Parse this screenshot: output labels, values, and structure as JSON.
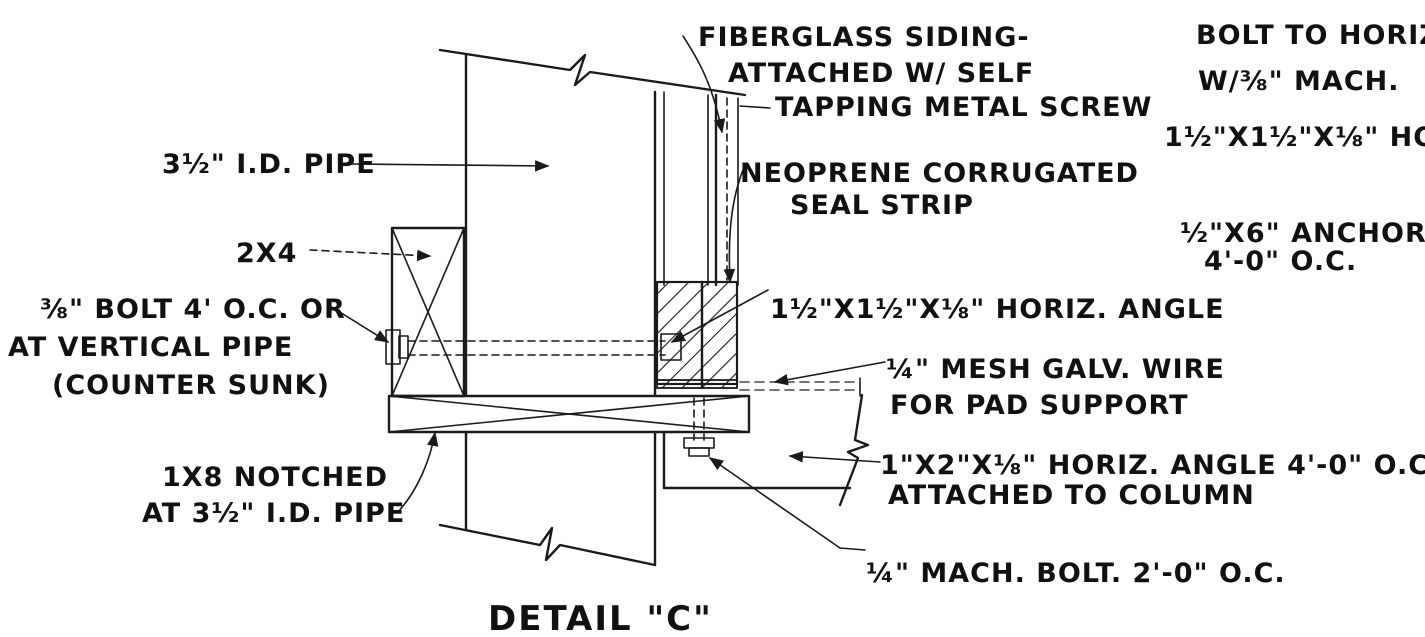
{
  "drawing": {
    "title": "DETAIL \"C\"",
    "callouts": {
      "fiberglass_siding": [
        "FIBERGLASS SIDING-",
        "ATTACHED W/ SELF",
        "TAPPING METAL SCREW"
      ],
      "pipe": "3½\" I.D. PIPE",
      "two_by_four": "2X4",
      "neoprene": [
        "NEOPRENE CORRUGATED",
        "SEAL STRIP"
      ],
      "bolt": [
        "⅜\" BOLT 4' O.C. OR",
        "AT VERTICAL PIPE",
        "(COUNTER SUNK)"
      ],
      "horiz_angle": "1½\"X1½\"X⅛\" HORIZ. ANGLE",
      "mesh": [
        "¼\" MESH GALV. WIRE",
        "FOR PAD SUPPORT"
      ],
      "notched": [
        "1X8 NOTCHED",
        "AT 3½\" I.D. PIPE"
      ],
      "column_angle": [
        "1\"X2\"X⅛\" HORIZ. ANGLE 4'-0\" O.C.",
        "ATTACHED TO COLUMN"
      ],
      "mach_bolt": "¼\" MACH. BOLT. 2'-0\" O.C."
    },
    "cropped_text": [
      "BOLT TO HORIZ",
      "W/⅜\" MACH.",
      "1½\"X1½\"X⅛\" HO",
      "½\"X6\" ANCHOR",
      "4'-0\" O.C."
    ]
  }
}
